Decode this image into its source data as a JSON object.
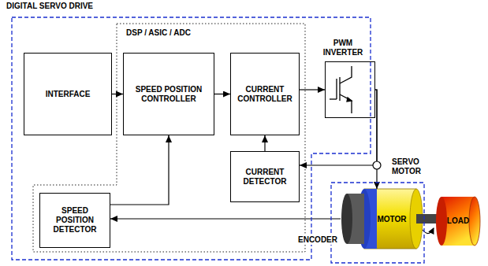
{
  "diagram": {
    "nodes": [
      {
        "text": [
          "DIGITAL SERVO DRIVE"
        ]
      },
      {
        "text": [
          "DSP / ASIC / ADC"
        ],
        "in": 0
      },
      {
        "text": [
          "INTERFACE"
        ],
        "in": 0
      },
      {
        "text": [
          "SPEED POSITION CONTROLLER"
        ],
        "in": 1
      },
      {
        "text": [
          "CURRENT CONTROLLER"
        ],
        "in": 1
      },
      {
        "text": [
          "CURRENT DETECTOR"
        ],
        "in": 1
      },
      {
        "text": [
          "SPEED POSITION DETECTOR"
        ],
        "in": 1
      },
      {
        "text": [
          "PWM INVERTER"
        ],
        "in": 0
      },
      {
        "text": [
          "SERVO MOTOR"
        ]
      },
      {
        "text": [
          "MOTOR"
        ],
        "in": 8
      },
      {
        "text": [
          "LOAD"
        ]
      }
    ],
    "edges": [
      {
        "from": 2,
        "to": 3,
        "arrow": "to"
      },
      {
        "from": 3,
        "to": 4,
        "arrow": "to"
      },
      {
        "from": 4,
        "to": 7,
        "arrow": "to"
      },
      {
        "from": 5,
        "to": 4,
        "arrow": "to"
      },
      {
        "from": 6,
        "to": 3,
        "arrow": "to"
      },
      {
        "from": 7,
        "to": 9,
        "arrow": "to"
      },
      {
        "from": 7,
        "to": 5,
        "arrow": "to"
      },
      {
        "from": 9,
        "to": 6,
        "arrow": "to"
      }
    ],
    "labels": [
      "ENCODER"
    ]
  }
}
